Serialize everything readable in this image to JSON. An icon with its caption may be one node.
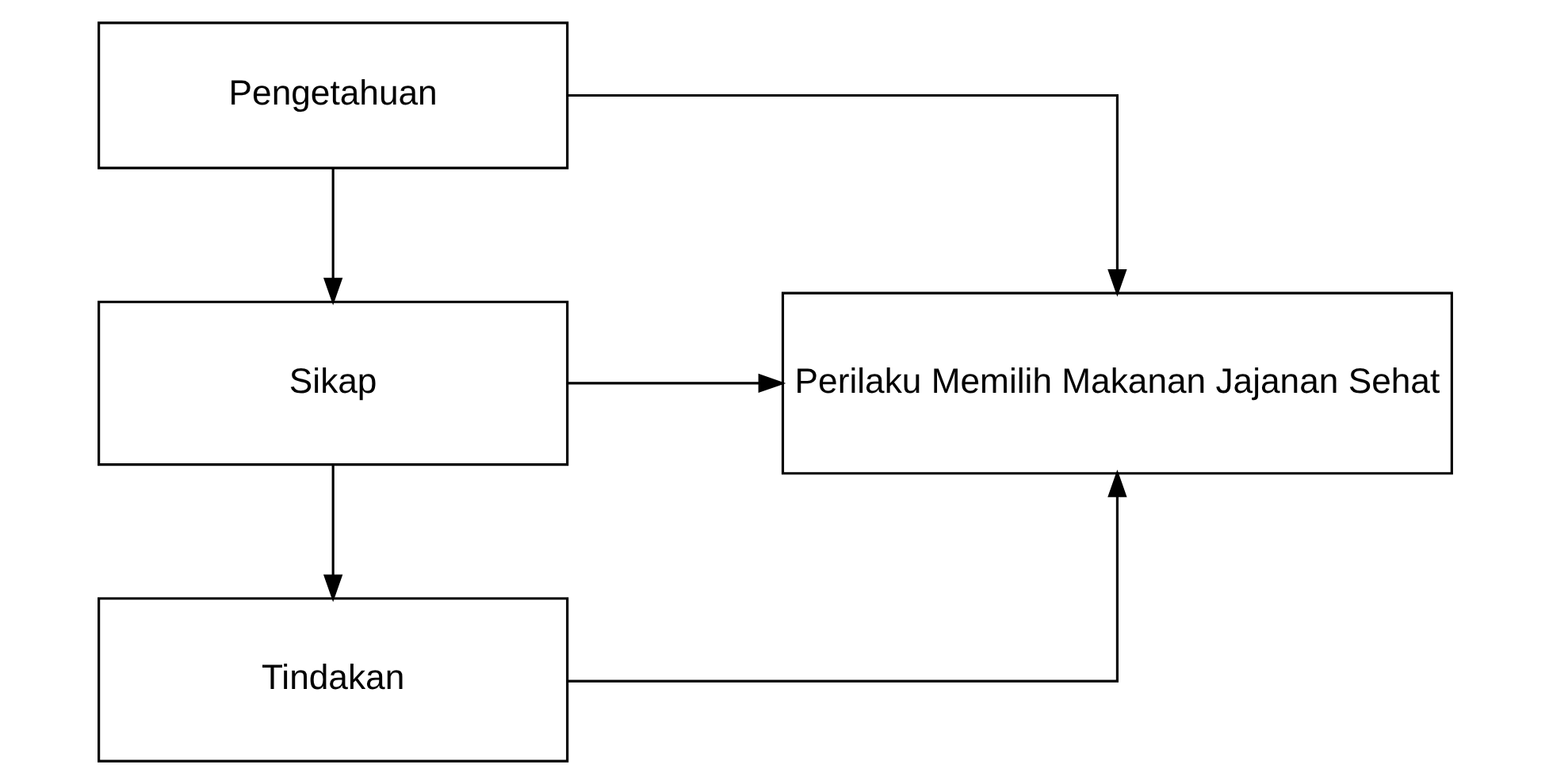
{
  "diagram": {
    "nodes": [
      {
        "text": [
          "Pengetahuan"
        ]
      },
      {
        "text": [
          "Sikap"
        ]
      },
      {
        "text": [
          "Tindakan"
        ]
      },
      {
        "text": [
          "Perilaku Memilih Makanan Jajanan Sehat"
        ]
      }
    ],
    "edges": [
      {
        "from": 0,
        "to": 1,
        "arrow": "to"
      },
      {
        "from": 1,
        "to": 2,
        "arrow": "to"
      },
      {
        "from": 0,
        "to": 3,
        "arrow": "to"
      },
      {
        "from": 1,
        "to": 3,
        "arrow": "to"
      },
      {
        "from": 2,
        "to": 3,
        "arrow": "to"
      }
    ]
  }
}
